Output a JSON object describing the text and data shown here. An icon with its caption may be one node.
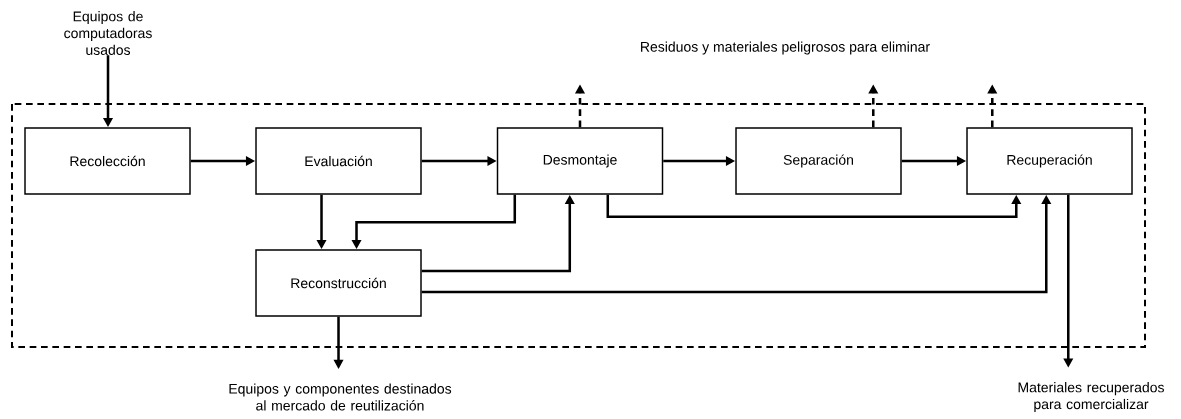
{
  "diagram": {
    "nodes": [
      {
        "text": [
          "Equipos de computadoras usados"
        ]
      },
      {
        "text": [
          "Recolección"
        ]
      },
      {
        "text": [
          "Evaluación"
        ]
      },
      {
        "text": [
          "Desmontaje"
        ]
      },
      {
        "text": [
          "Separación"
        ]
      },
      {
        "text": [
          "Recuperación"
        ]
      },
      {
        "text": [
          "Reconstrucción"
        ]
      },
      {
        "text": [
          "Equipos y componentes destinados al mercado de reutilización"
        ]
      },
      {
        "text": [
          "Materiales recuperados para comercializar"
        ]
      }
    ],
    "edges": [
      {
        "from": 0,
        "to": 1,
        "arrow": "to"
      },
      {
        "from": 1,
        "to": 2,
        "arrow": "to"
      },
      {
        "from": 2,
        "to": 3,
        "arrow": "to"
      },
      {
        "from": 3,
        "to": 4,
        "arrow": "to"
      },
      {
        "from": 4,
        "to": 5,
        "arrow": "to"
      },
      {
        "from": 2,
        "to": 6,
        "arrow": "to"
      },
      {
        "from": 3,
        "to": 6,
        "arrow": "to"
      },
      {
        "from": 6,
        "to": 3,
        "arrow": "to"
      },
      {
        "from": 3,
        "to": 5,
        "arrow": "to"
      },
      {
        "from": 6,
        "to": 5,
        "arrow": "to"
      },
      {
        "from": 6,
        "to": 7,
        "arrow": "to"
      },
      {
        "from": 5,
        "to": 8,
        "arrow": "to"
      },
      {
        "from": 3,
        "to": null,
        "arrow": "to",
        "style": "dashed"
      },
      {
        "from": 4,
        "to": null,
        "arrow": "to",
        "style": "dashed"
      },
      {
        "from": 5,
        "to": null,
        "arrow": "to",
        "style": "dashed"
      }
    ],
    "labels": [
      "Residuos y materiales peligrosos para eliminar"
    ]
  }
}
